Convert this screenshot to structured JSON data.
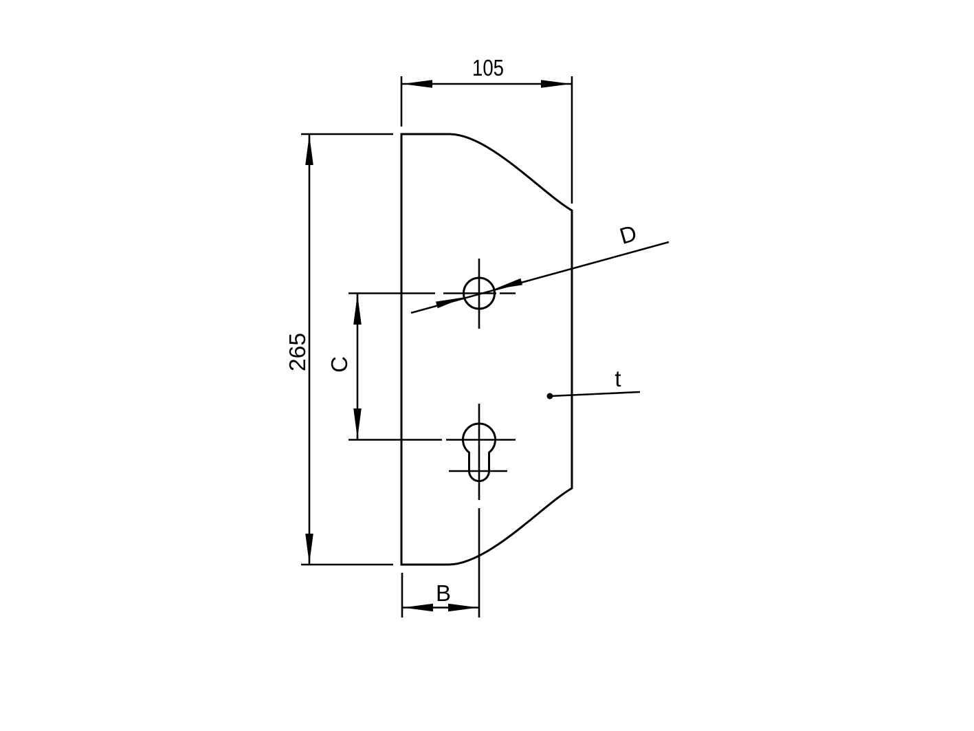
{
  "drawing": {
    "kind": "technical-drawing-faceplate",
    "colors": {
      "line": "#000000",
      "background": "#ffffff"
    },
    "labels": {
      "width": "105",
      "height": "265",
      "center_distance": "C",
      "backset": "B",
      "hole_diameter": "D",
      "thickness": "t"
    }
  }
}
